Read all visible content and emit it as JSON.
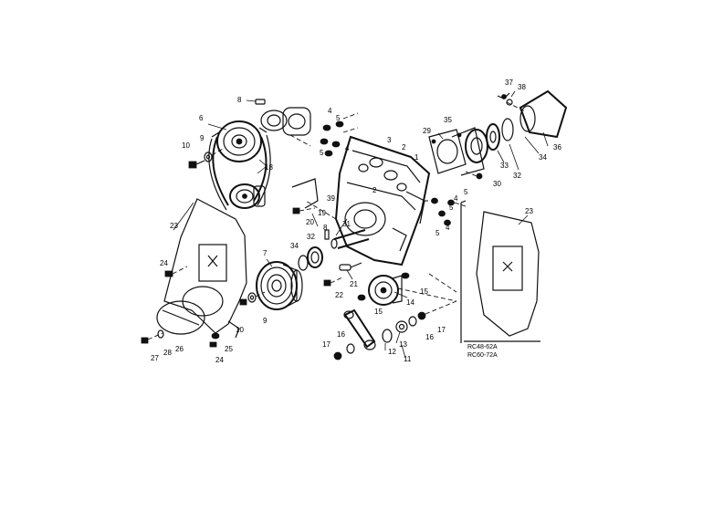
{
  "callouts": {
    "c1": "1",
    "c2a": "2",
    "c2b": "2",
    "c3": "3",
    "c4a": "4",
    "c4b": "4",
    "c4c": "4",
    "c4d": "4",
    "c5a": "5",
    "c5b": "5",
    "c5c": "5",
    "c5d": "5",
    "c5e": "5",
    "c6": "6",
    "c7": "7",
    "c8a": "8",
    "c8b": "8",
    "c9a": "9",
    "c9b": "9",
    "c10a": "10",
    "c10b": "10",
    "c11": "11",
    "c12": "12",
    "c13": "13",
    "c14": "14",
    "c15a": "15",
    "c15b": "15",
    "c16a": "16",
    "c16b": "16",
    "c17a": "17",
    "c17b": "17",
    "c18": "18",
    "c19": "19",
    "c20": "20",
    "c21": "21",
    "c22": "22",
    "c23a": "23",
    "c23b": "23",
    "c24a": "24",
    "c24b": "24",
    "c25": "25",
    "c26": "26",
    "c27": "27",
    "c28": "28",
    "c29": "29",
    "c30": "30",
    "c31": "31",
    "c32a": "32",
    "c32b": "32",
    "c33": "33",
    "c34a": "34",
    "c34b": "34",
    "c35": "35",
    "c36": "36",
    "c37": "37",
    "c38": "38",
    "c39": "39"
  },
  "model_label": {
    "line1": "RC48-62A",
    "line2": "RC60-72A"
  }
}
